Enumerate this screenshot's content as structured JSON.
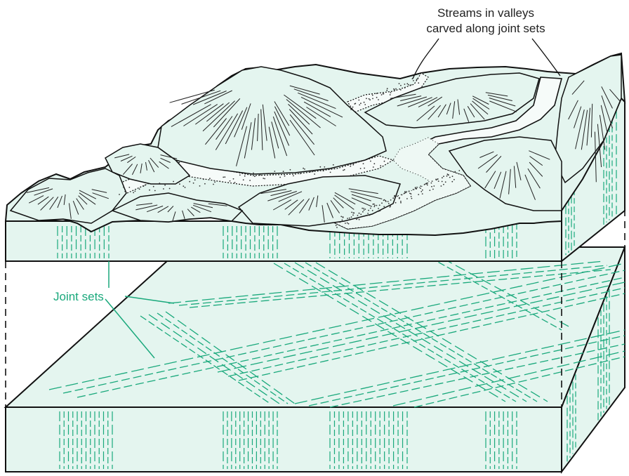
{
  "labels": {
    "streams_line1": "Streams in valleys",
    "streams_line2": "carved along joint sets",
    "joint_sets": "Joint sets"
  },
  "colors": {
    "block_fill": "#e4f5ef",
    "joint_green": "#1aa97c",
    "outline": "#111111",
    "stream_fill": "#f6fbf9"
  }
}
